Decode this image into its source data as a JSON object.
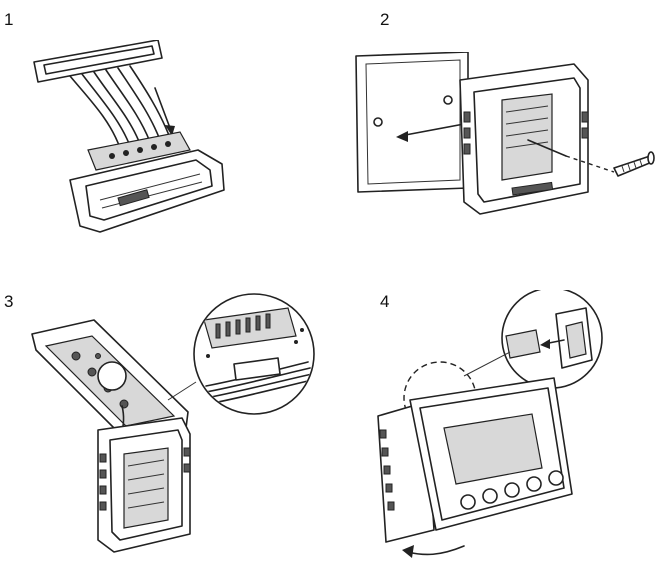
{
  "steps": [
    {
      "number": "1",
      "icon": "wiring-connector-illustration"
    },
    {
      "number": "2",
      "icon": "wall-plate-screw-mount-illustration"
    },
    {
      "number": "3",
      "icon": "ribbon-cable-connect-illustration"
    },
    {
      "number": "4",
      "icon": "front-cover-clip-close-illustration"
    }
  ]
}
